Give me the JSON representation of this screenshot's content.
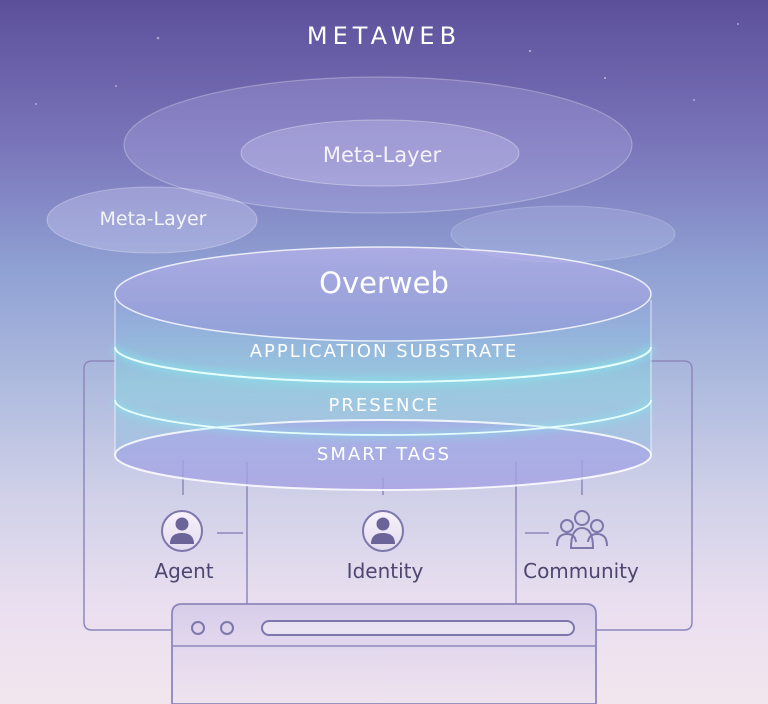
{
  "title": "METAWEB",
  "meta_layers": [
    "Meta-Layer",
    "Meta-Layer"
  ],
  "core": {
    "label": "Overweb",
    "layers": [
      "APPLICATION SUBSTRATE",
      "PRESENCE",
      "SMART TAGS"
    ]
  },
  "nodes": [
    {
      "label": "Agent",
      "icon": "person-icon"
    },
    {
      "label": "Identity",
      "icon": "person-icon"
    },
    {
      "label": "Community",
      "icon": "group-icon"
    }
  ],
  "colors": {
    "glow": "#7ff1ef",
    "stroke": "#8d88bb",
    "node_text": "#4d4770",
    "browser_fill": "#cfc3e4"
  }
}
